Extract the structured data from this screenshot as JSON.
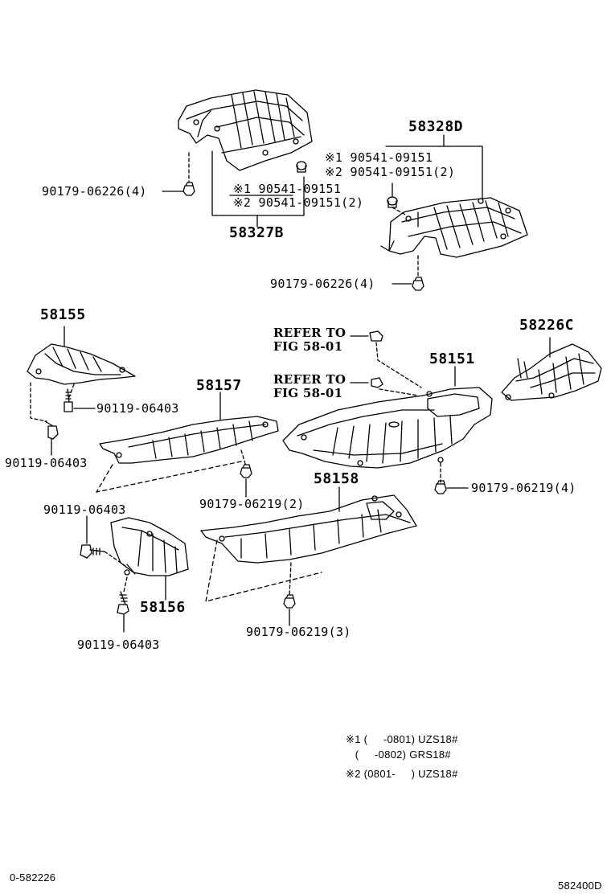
{
  "labels": {
    "p58328D": "58328D",
    "p58328D_clip1": "※1 90541-09151",
    "p58328D_clip2": "※2 90541-09151(2)",
    "p58328D_nut": "90179-06226(4)",
    "p58327B_nut": "90179-06226(4)",
    "p58327B_clip1": "※1 90541-09151",
    "p58327B_clip2": "※2 90541-09151(2)",
    "p58327B": "58327B",
    "p58155": "58155",
    "p58155_bolt1": "90119-06403",
    "p58155_bolt2": "90119-06403",
    "ref1_line1": "REFER TO",
    "ref1_line2": "FIG 58-01",
    "ref2_line1": "REFER TO",
    "ref2_line2": "FIG 58-01",
    "p58151": "58151",
    "p58151_nut": "90179-06219(4)",
    "p58226C": "58226C",
    "p58157": "58157",
    "p58157_nut": "90179-06219(2)",
    "p58158": "58158",
    "p58158_nut": "90179-06219(3)",
    "p58156": "58156",
    "p58156_bolt1": "90119-06403",
    "p58156_bolt2": "90119-06403"
  },
  "notes": {
    "n1a": "※1 (     -0801) UZS18#",
    "n1b": "   (     -0802) GRS18#",
    "n2": "※2 (0801-     ) UZS18#"
  },
  "corners": {
    "bottom_left": "0-582226",
    "bottom_right": "582400D"
  }
}
